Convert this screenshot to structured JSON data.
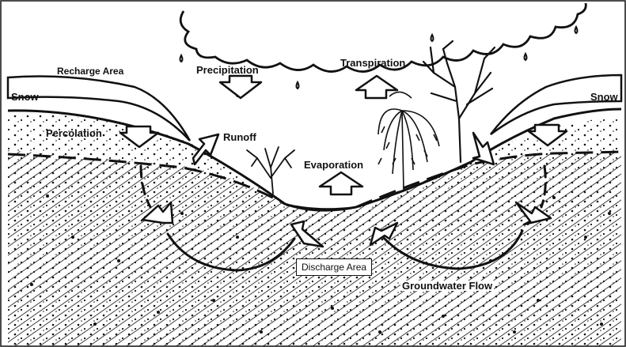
{
  "diagram": {
    "labels": {
      "recharge_area": "Recharge Area",
      "precipitation": "Precipitation",
      "transpiration": "Transpiration",
      "snow_left": "Snow",
      "snow_right": "Snow",
      "percolation": "Percolation",
      "runoff": "Runoff",
      "evaporation": "Evaporation",
      "discharge_area": "Discharge Area",
      "groundwater_flow": "Groundwater Flow"
    },
    "colors": {
      "ink": "#111111",
      "paper": "#ffffff"
    }
  }
}
